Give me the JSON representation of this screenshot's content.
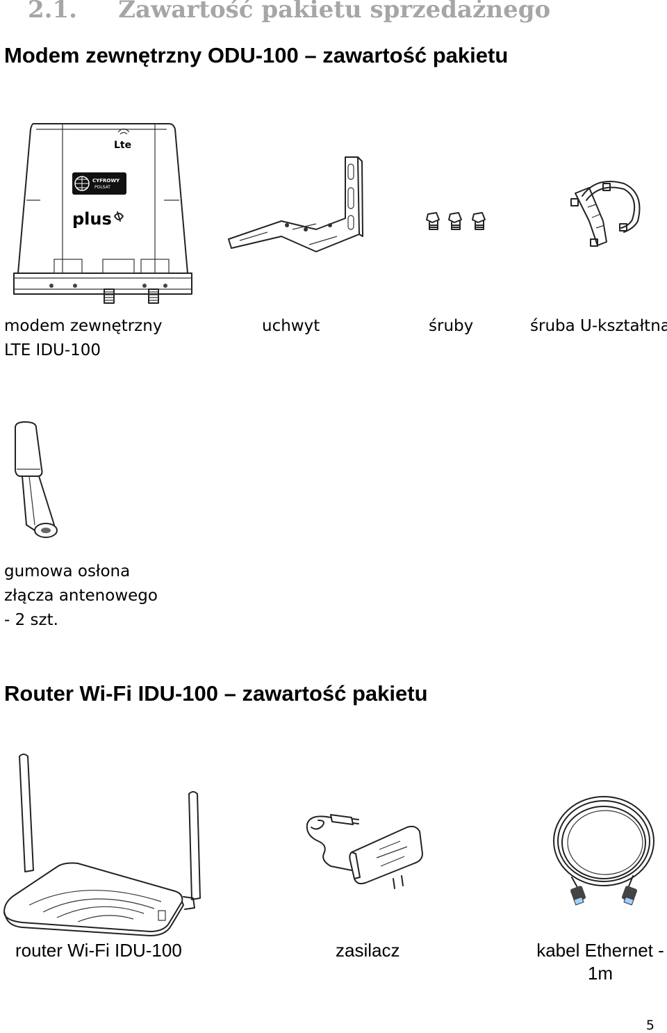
{
  "section_number": "2.1.",
  "section_title": "Zawartość pakietu sprzedażnego",
  "modem_heading": "Modem zewnętrzny ODU-100 – zawartość pakietu",
  "modem_items": [
    {
      "line1": "modem zewnętrzny",
      "line2": "LTE IDU-100"
    },
    {
      "line1": "uchwyt"
    },
    {
      "line1": "śruby"
    },
    {
      "line1": "śruba U-kształtna"
    },
    {
      "line1": "gumowa osłona",
      "line2": "złącza antenowego",
      "line3": "- 2 szt."
    }
  ],
  "modem_logos": {
    "lte": "Lte",
    "cyfrowy": "CYFROWY",
    "polsat": "POLSAT",
    "plus": "plus"
  },
  "router_heading": "Router Wi-Fi IDU-100 – zawartość pakietu",
  "router_items": [
    {
      "line1": "router Wi-Fi IDU-100"
    },
    {
      "line1": "zasilacz"
    },
    {
      "line1": "kabel Ethernet -",
      "line2": "1m"
    }
  ],
  "page_number": "5"
}
